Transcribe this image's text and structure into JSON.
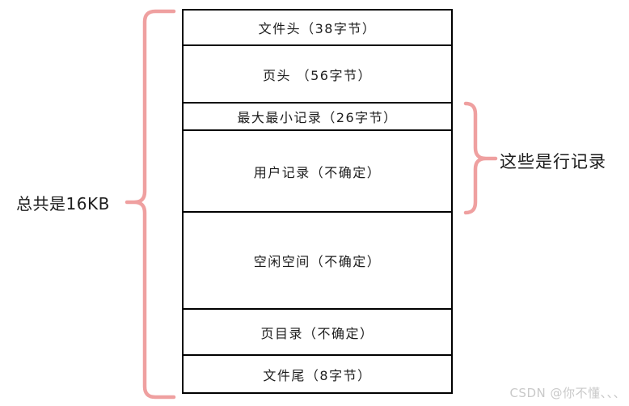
{
  "colors": {
    "brace": "#efa0a0",
    "box_border": "#000000",
    "text": "#1c1c1c",
    "watermark_text": "#c9c9c9"
  },
  "diagram": {
    "total_label": "总共是16KB",
    "row_records_label": "这些是行记录",
    "rows": [
      "文件头（38字节）",
      "页头 （56字节）",
      "最大最小记录（26字节）",
      "用户记录（不确定）",
      "空闲空间（不确定）",
      "页目录（不确定）",
      "文件尾（8字节）"
    ]
  },
  "watermark": "CSDN @你不懂、、、"
}
